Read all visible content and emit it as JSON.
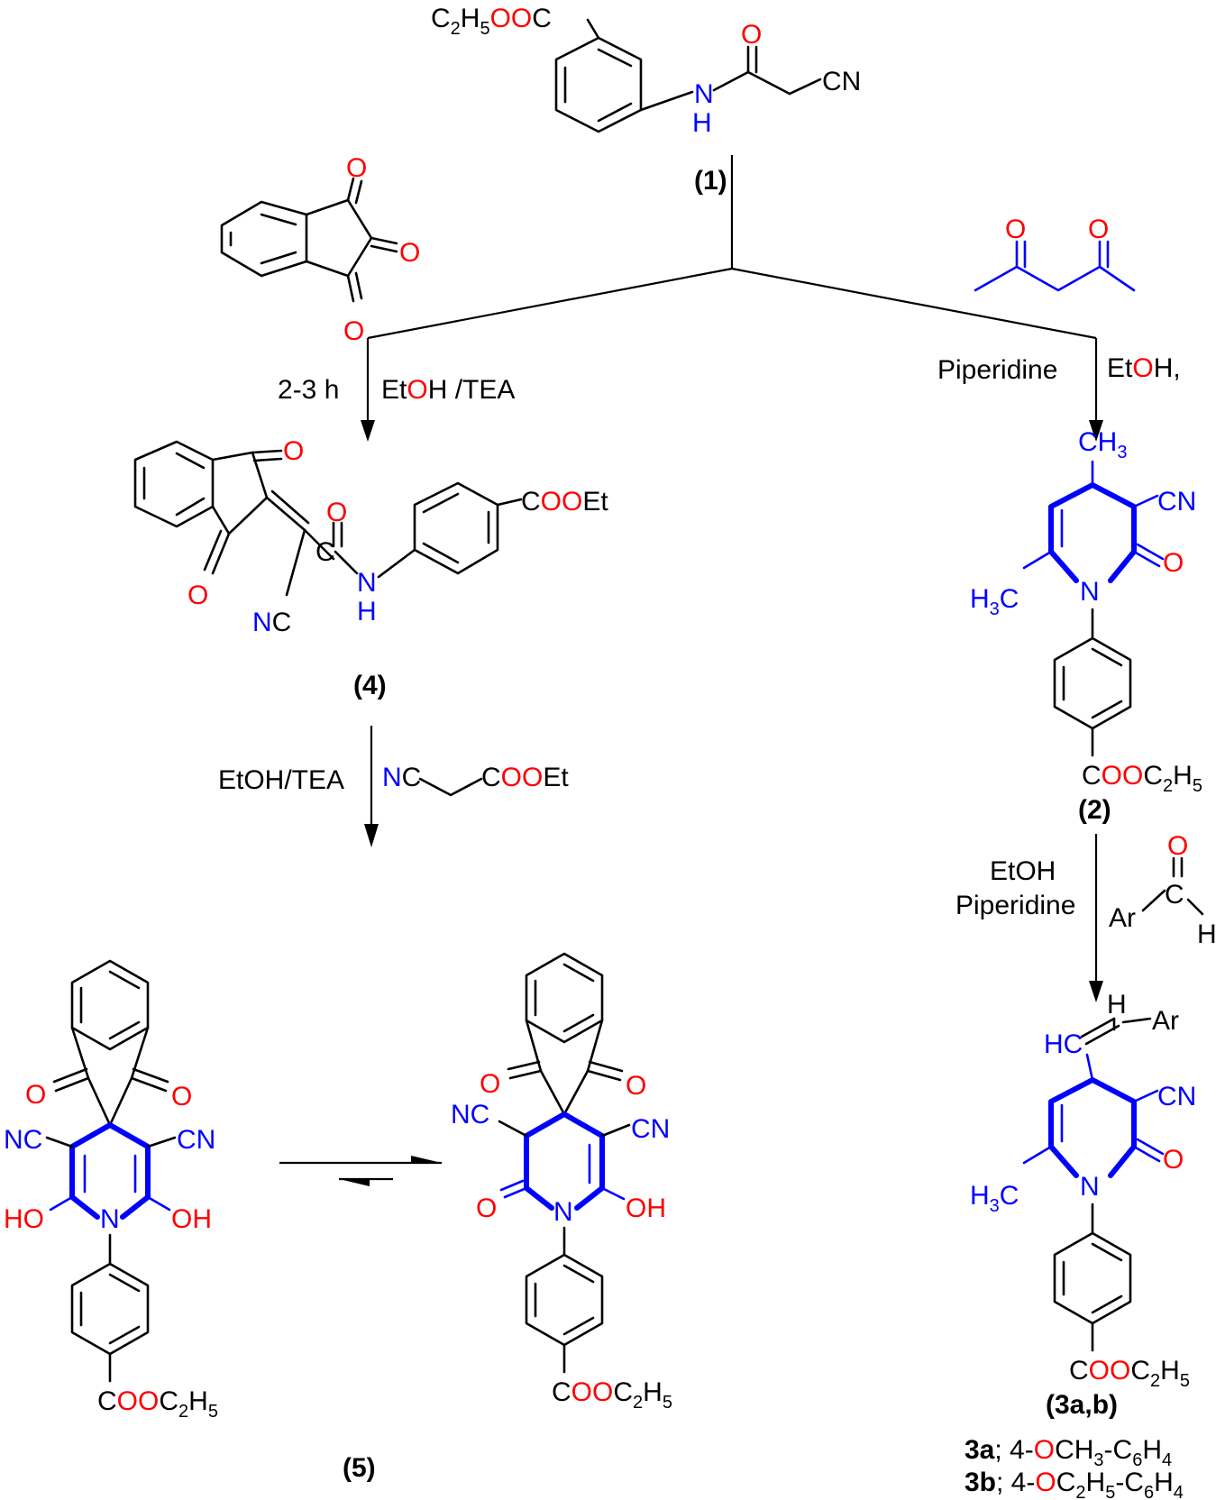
{
  "compounds": {
    "c1": {
      "label": "(1)",
      "ester": "C2H5OOC",
      "o": "O",
      "n": "N",
      "h": "H",
      "cn": "CN"
    },
    "c4": {
      "label": "(4)",
      "o": "O",
      "n": "N",
      "h": "H",
      "nc": "NC",
      "ester": "COOEt"
    },
    "c2": {
      "label": "(2)",
      "ch3": "CH3",
      "h3c": "H3C",
      "cn": "CN",
      "n": "N",
      "o": "O",
      "ester": "COOC2H5"
    },
    "c3": {
      "label": "(3a,b)",
      "h": "H",
      "hc": "HC",
      "ar": "Ar",
      "cn": "CN",
      "h3c": "H3C",
      "n": "N",
      "o": "O",
      "ester": "COOC2H5"
    },
    "c5": {
      "label": "(5)",
      "o": "O",
      "nc": "NC",
      "cn": "CN",
      "ho": "HO",
      "oh": "OH",
      "n": "N",
      "ester": "COOC2H5"
    },
    "c5b": {
      "o": "O",
      "nc": "NC",
      "cn": "CN",
      "oh": "OH",
      "n": "N",
      "ester": "COOC2H5"
    }
  },
  "reagents": {
    "indanetrione_o": "O",
    "acac_o": "O",
    "aldehyde": {
      "o": "O",
      "ar": "Ar",
      "c": "C",
      "h": "H"
    },
    "cyanoacetate": {
      "nc": "NC",
      "ester": "COOEt"
    }
  },
  "conditions": {
    "left_time": "2-3 h",
    "left_solvent": "EtOH /TEA",
    "right_base": "Piperidine",
    "right_solvent": "EtOH,",
    "second_left": "EtOH/TEA",
    "third_right_line1": "EtOH",
    "third_right_line2": "Piperidine"
  },
  "legend": {
    "a_id": "3a",
    "a_sub": "; 4-OCH3-C6H4",
    "b_id": "3b",
    "b_sub": "; 4-OC2H5-C6H4"
  }
}
